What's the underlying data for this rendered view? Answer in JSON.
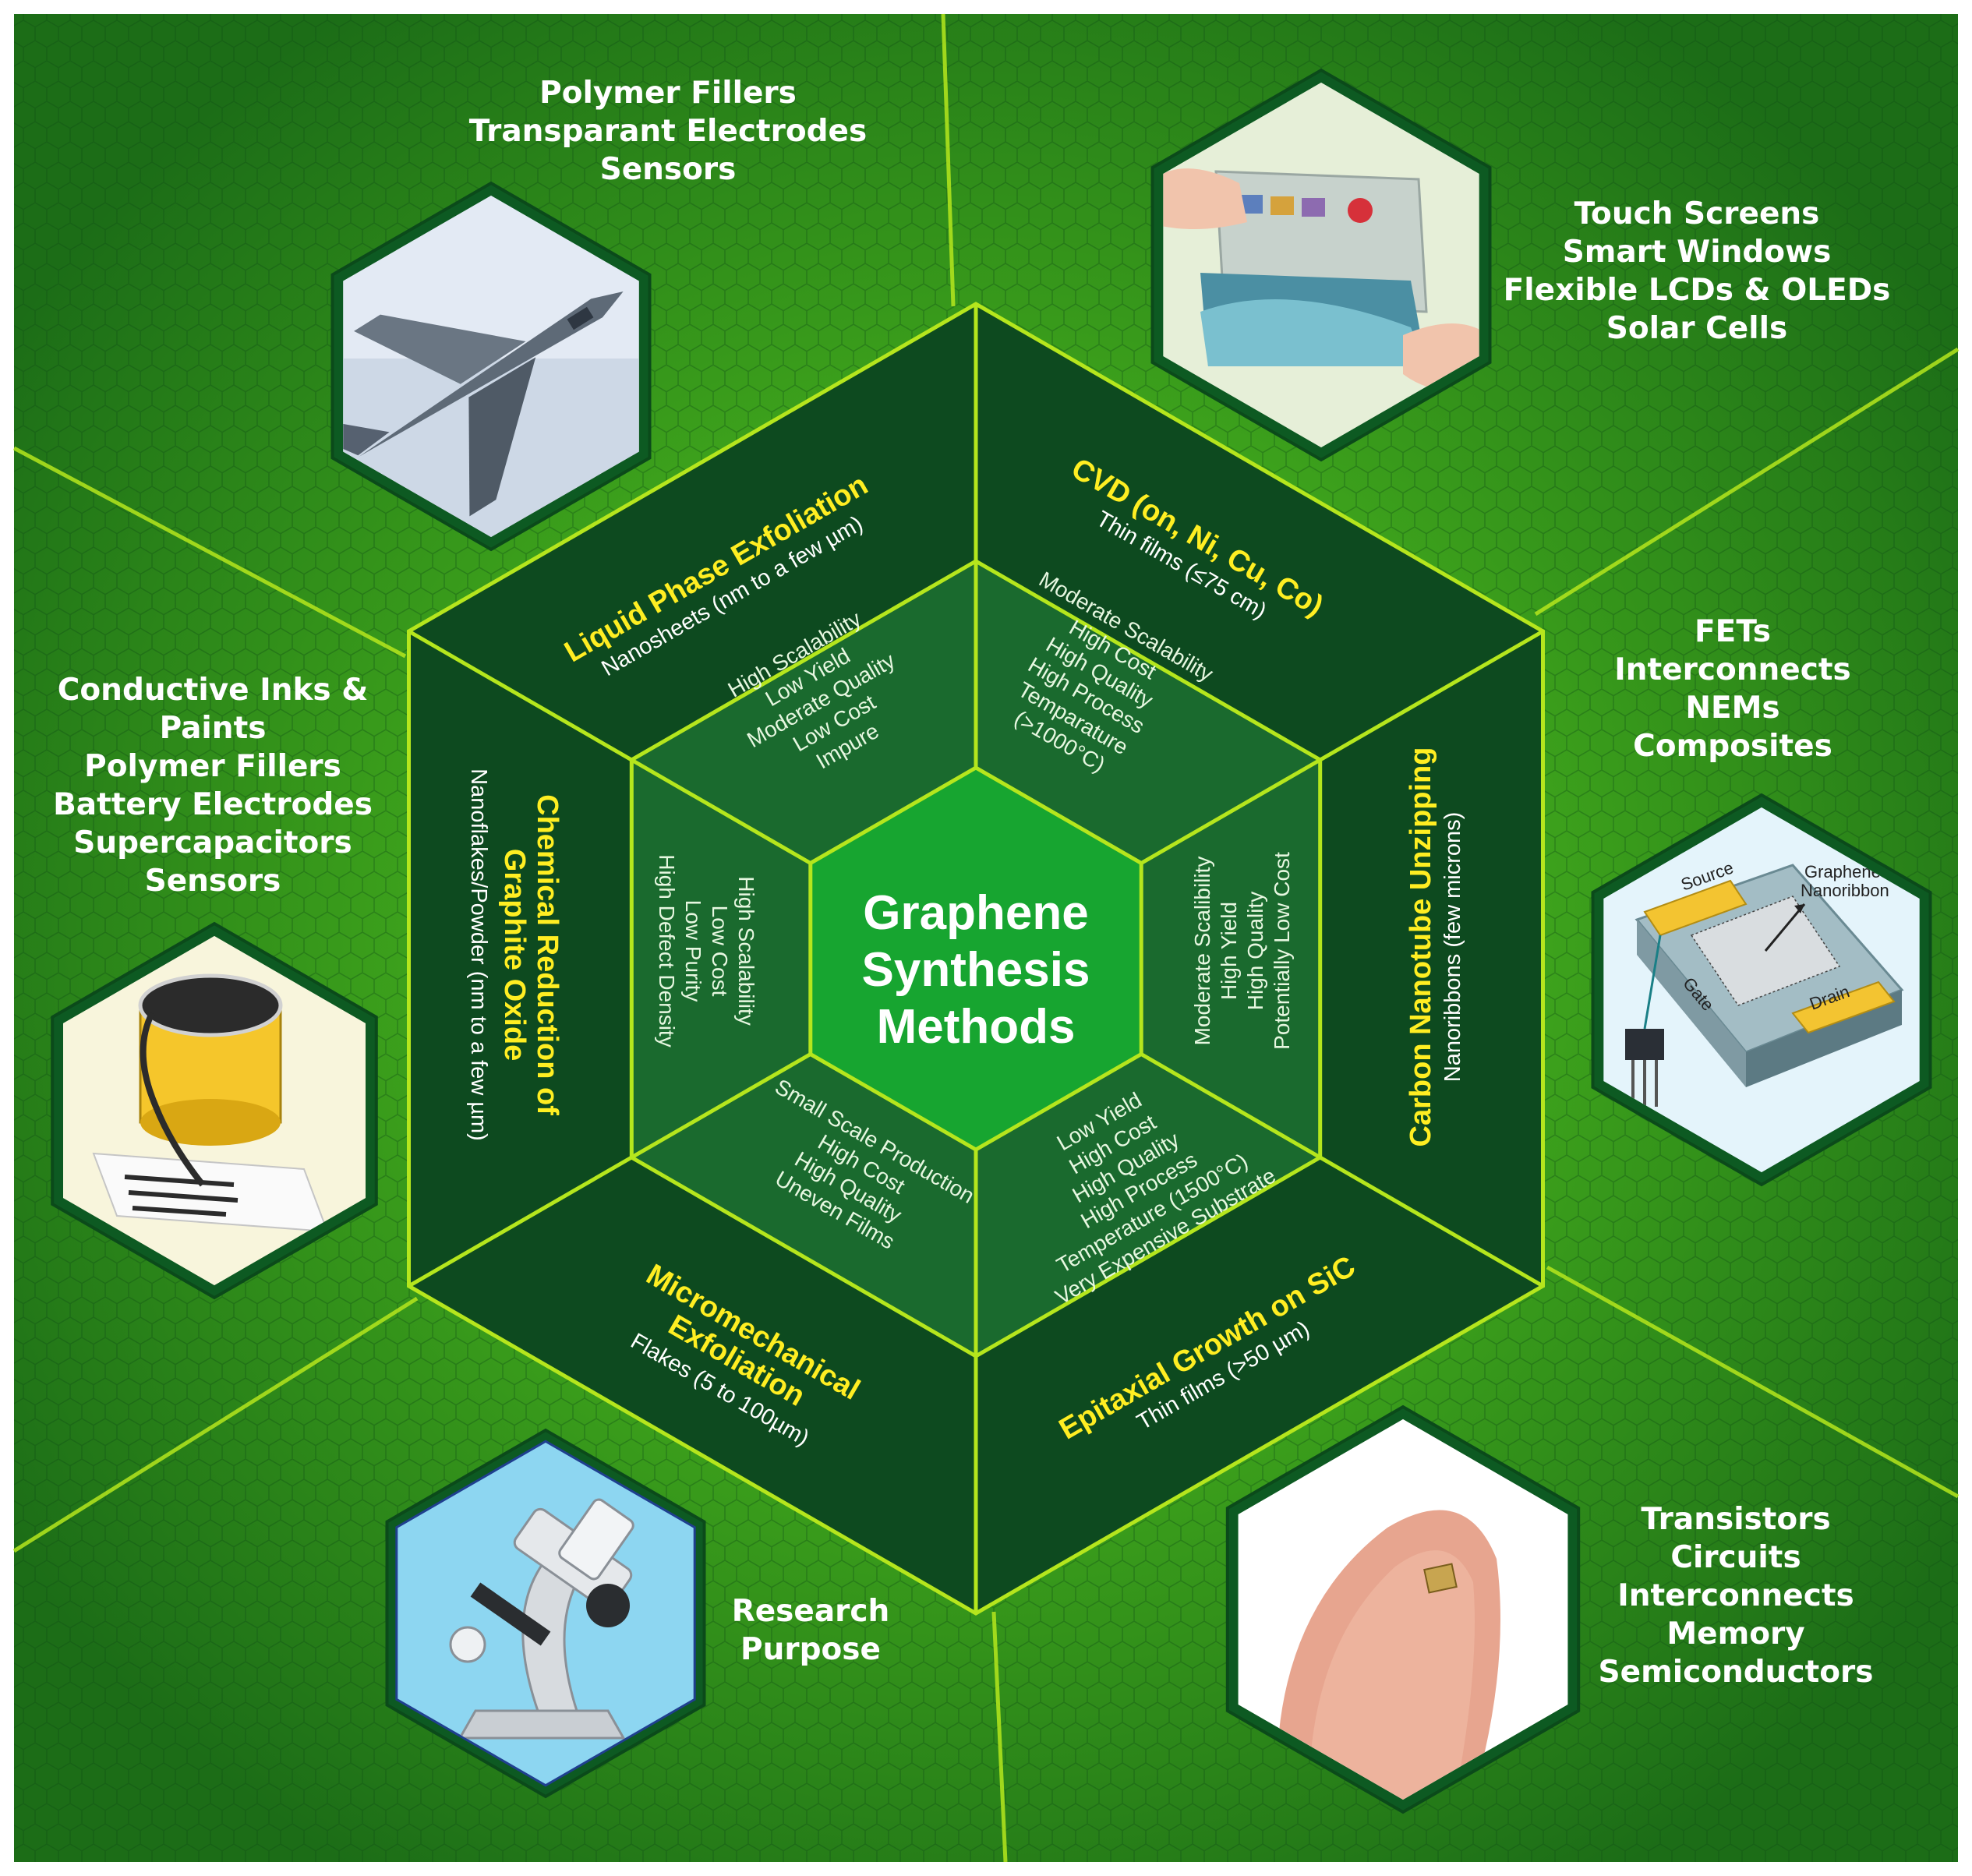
{
  "center": {
    "lines": [
      "Graphene",
      "Synthesis",
      "Methods"
    ]
  },
  "methods": [
    {
      "title": [
        "Liquid Phase Exfoliation"
      ],
      "subtitle": "Nanosheets (nm to a few µm)",
      "properties": [
        "High Scalability",
        "Low Yield",
        "Moderate Quality",
        "Low Cost",
        "Impure"
      ]
    },
    {
      "title": [
        "CVD (on, Ni, Cu, Co)"
      ],
      "subtitle": "Thin films (≤75 cm)",
      "properties": [
        "Moderate Scalability",
        "High Cost",
        "High Quality",
        "High Process",
        "Temparature",
        "(>1000°C)"
      ]
    },
    {
      "title": [
        "Carbon Nanotube Unzipping"
      ],
      "subtitle": "Nanoribbons (few microns)",
      "properties": [
        "Moderate Scalibility",
        "High Yield",
        "High Quality",
        "Potentially Low Cost"
      ]
    },
    {
      "title": [
        "Epitaxial Growth on SiC"
      ],
      "subtitle": "Thin films (>50 µm)",
      "properties": [
        "Low Yield",
        "High Cost",
        "High Quality",
        "High Process",
        "Temperature (1500°C)",
        "Very Expensive Substrate"
      ]
    },
    {
      "title": [
        "Micromechanical",
        "Exfoliation"
      ],
      "subtitle": "Flakes (5 to 100µm)",
      "properties": [
        "Small Scale Production",
        "High Cost",
        "High Quality",
        "Uneven Films"
      ]
    },
    {
      "title": [
        "Chemical Reduction of",
        "Graphite Oxide"
      ],
      "subtitle": "Nanoflakes/Powder (nm to a few µm)",
      "properties": [
        "High Scalability",
        "Low Cost",
        "Low Purity",
        "High Defect Density"
      ]
    }
  ],
  "applications": [
    {
      "icon": "fighter-jet-photo",
      "lines": [
        "Polymer Fillers",
        "Transparant Electrodes",
        "Sensors"
      ]
    },
    {
      "icon": "flexible-display-photo",
      "lines": [
        "Touch Screens",
        "Smart Windows",
        "Flexible LCDs & OLEDs",
        "Solar Cells"
      ]
    },
    {
      "icon": "transistor-diagram",
      "lines": [
        "FETs",
        "Interconnects",
        "NEMs",
        "Composites"
      ],
      "labels": {
        "source": "Source",
        "drain": "Drain",
        "gate": "Gate",
        "ribbon": [
          "Graphene",
          "Nanoribbon"
        ]
      }
    },
    {
      "icon": "fingertip-chip-photo",
      "lines": [
        "Transistors",
        "Circuits",
        "Interconnects",
        "Memory",
        "Semiconductors"
      ]
    },
    {
      "icon": "microscope-icon",
      "lines": [
        "Research",
        "Purpose"
      ]
    },
    {
      "icon": "ink-can-icon",
      "lines": [
        "Conductive Inks &",
        "Paints",
        "Polymer Fillers",
        "Battery Electrodes",
        "Supercapacitors",
        "Sensors"
      ]
    }
  ],
  "colors": {
    "background": "#2f8f1f",
    "outer_ring": "#0d4a1f",
    "middle_ring": "#1a6a2e",
    "center_hex": "#17a530",
    "lines": "#b5e61d",
    "title_yellow": "#ffee22"
  }
}
